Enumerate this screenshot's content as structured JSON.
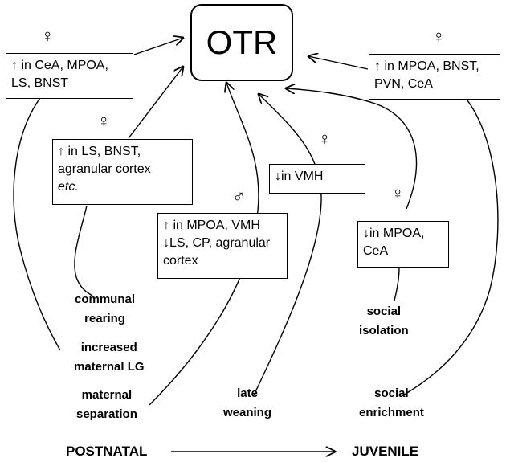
{
  "central": {
    "label": "OTR"
  },
  "symbols": {
    "female": "♀",
    "male": "♂"
  },
  "boxes": {
    "box1": {
      "lines": [
        "↑ in CeA, MPOA,",
        "LS, BNST"
      ]
    },
    "box2": {
      "lines": [
        "↑ in LS, BNST,",
        "agranular cortex"
      ],
      "italic_line": "etc."
    },
    "box3": {
      "lines": [
        "↑ in MPOA, VMH",
        "↓LS, CP, agranular",
        "cortex"
      ]
    },
    "box4": {
      "lines": [
        "↓in VMH"
      ]
    },
    "box5": {
      "lines": [
        "↓in MPOA,",
        "CeA"
      ]
    },
    "box6": {
      "lines": [
        "↑ in MPOA, BNST,",
        "PVN, CeA"
      ]
    }
  },
  "conditions": {
    "communal_rearing": {
      "lines": [
        "communal",
        "rearing"
      ]
    },
    "increased_maternal_lg": {
      "lines": [
        "increased",
        "maternal LG"
      ]
    },
    "maternal_separation": {
      "lines": [
        "maternal",
        "separation"
      ]
    },
    "late_weaning": {
      "lines": [
        "late",
        "weaning"
      ]
    },
    "social_isolation": {
      "lines": [
        "social",
        "isolation"
      ]
    },
    "social_enrichment": {
      "lines": [
        "social",
        "enrichment"
      ]
    }
  },
  "timeline": {
    "start": "POSTNATAL",
    "end": "JUVENILE"
  }
}
